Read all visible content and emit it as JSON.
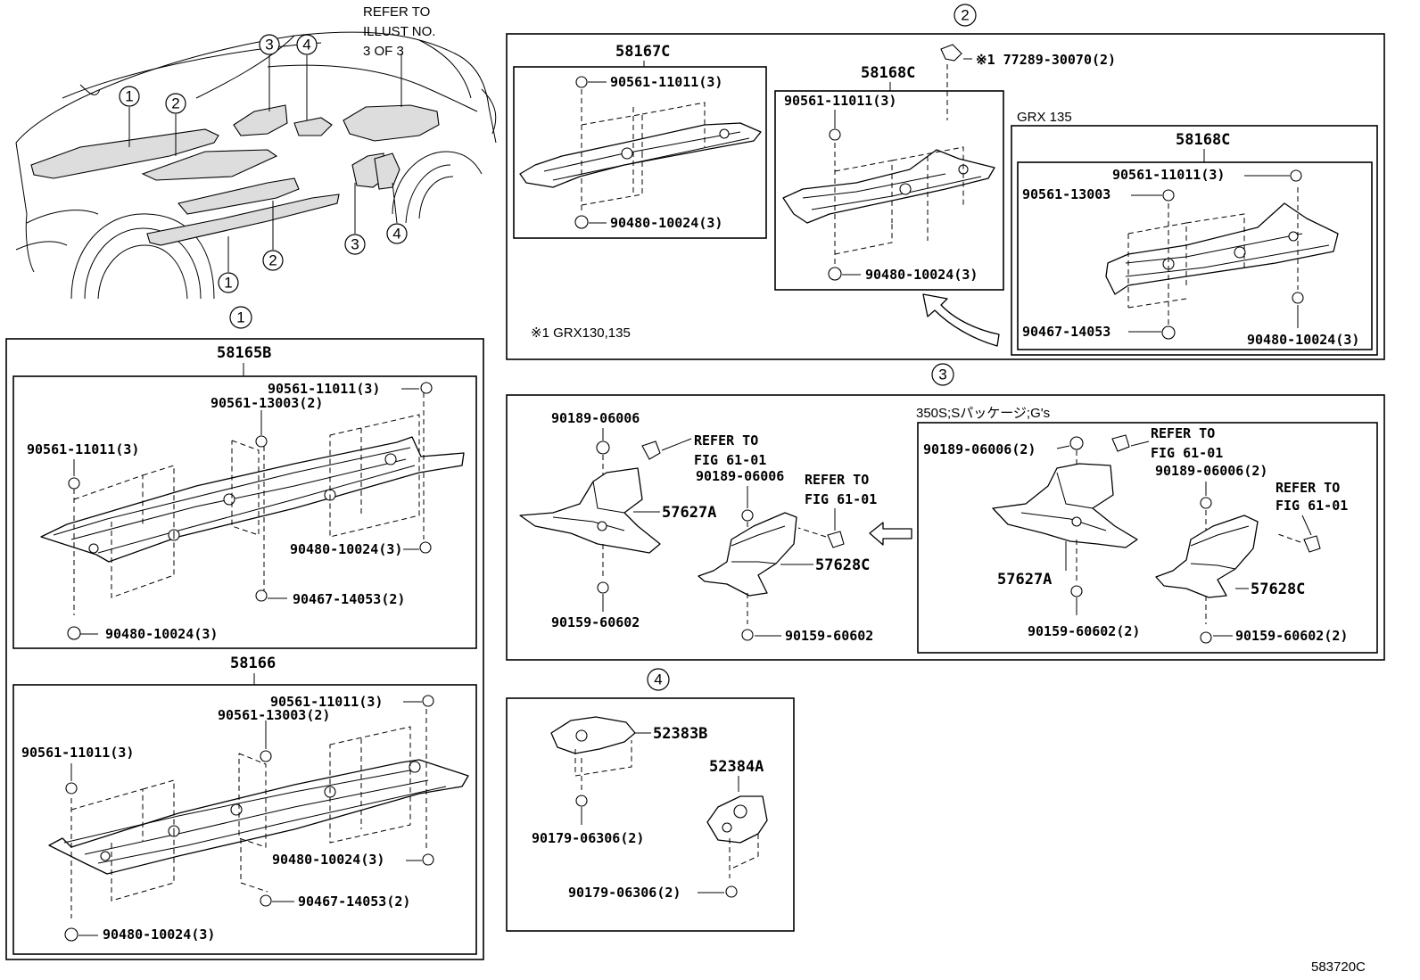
{
  "refer_illust": [
    "REFER TO",
    "ILLUST NO.",
    "3 OF 3"
  ],
  "callouts": [
    "1",
    "2",
    "3",
    "4"
  ],
  "section1": {
    "number": "1",
    "upper": {
      "part": "58165B",
      "f1": "90561-11011(3)",
      "f2": "90561-13003(2)",
      "f3": "90561-11011(3)",
      "f4": "90480-10024(3)",
      "f5": "90467-14053(2)",
      "f6": "90480-10024(3)"
    },
    "lower": {
      "part": "58166",
      "f1": "90561-11011(3)",
      "f2": "90561-13003(2)",
      "f3": "90561-11011(3)",
      "f4": "90480-10024(3)",
      "f5": "90467-14053(2)",
      "f6": "90480-10024(3)"
    }
  },
  "section2": {
    "number": "2",
    "p58167c": {
      "part": "58167C",
      "top": "90561-11011(3)",
      "bottom": "90480-10024(3)"
    },
    "clip": "※1 77289-30070(2)",
    "p58168c": {
      "part": "58168C",
      "top": "90561-11011(3)",
      "bottom": "90480-10024(3)"
    },
    "note": "※1 GRX130,135",
    "grx": {
      "heading": "GRX 135",
      "part": "58168C",
      "f1": "90561-11011(3)",
      "f2": "90561-13003",
      "f3": "90467-14053",
      "f4": "90480-10024(3)"
    }
  },
  "section3": {
    "number": "3",
    "left": {
      "top": "90189-06006",
      "refer1": [
        "REFER TO",
        "FIG 61-01"
      ],
      "p1": "57627A",
      "f2": "90189-06006",
      "refer2": [
        "REFER TO",
        "FIG 61-01"
      ],
      "p2": "57628C",
      "s1": "90159-60602",
      "s2": "90159-60602"
    },
    "variant": {
      "heading": "350S;Sパッケージ;G's",
      "f1": "90189-06006(2)",
      "refer1": [
        "REFER TO",
        "FIG 61-01"
      ],
      "f2": "90189-06006(2)",
      "refer2": [
        "REFER TO",
        "FIG 61-01"
      ],
      "p1": "57627A",
      "p2": "57628C",
      "s1": "90159-60602(2)",
      "s2": "90159-60602(2)"
    }
  },
  "section4": {
    "number": "4",
    "p1": "52383B",
    "p2": "52384A",
    "f1": "90179-06306(2)",
    "f2": "90179-06306(2)"
  },
  "figure_code": "583720C"
}
